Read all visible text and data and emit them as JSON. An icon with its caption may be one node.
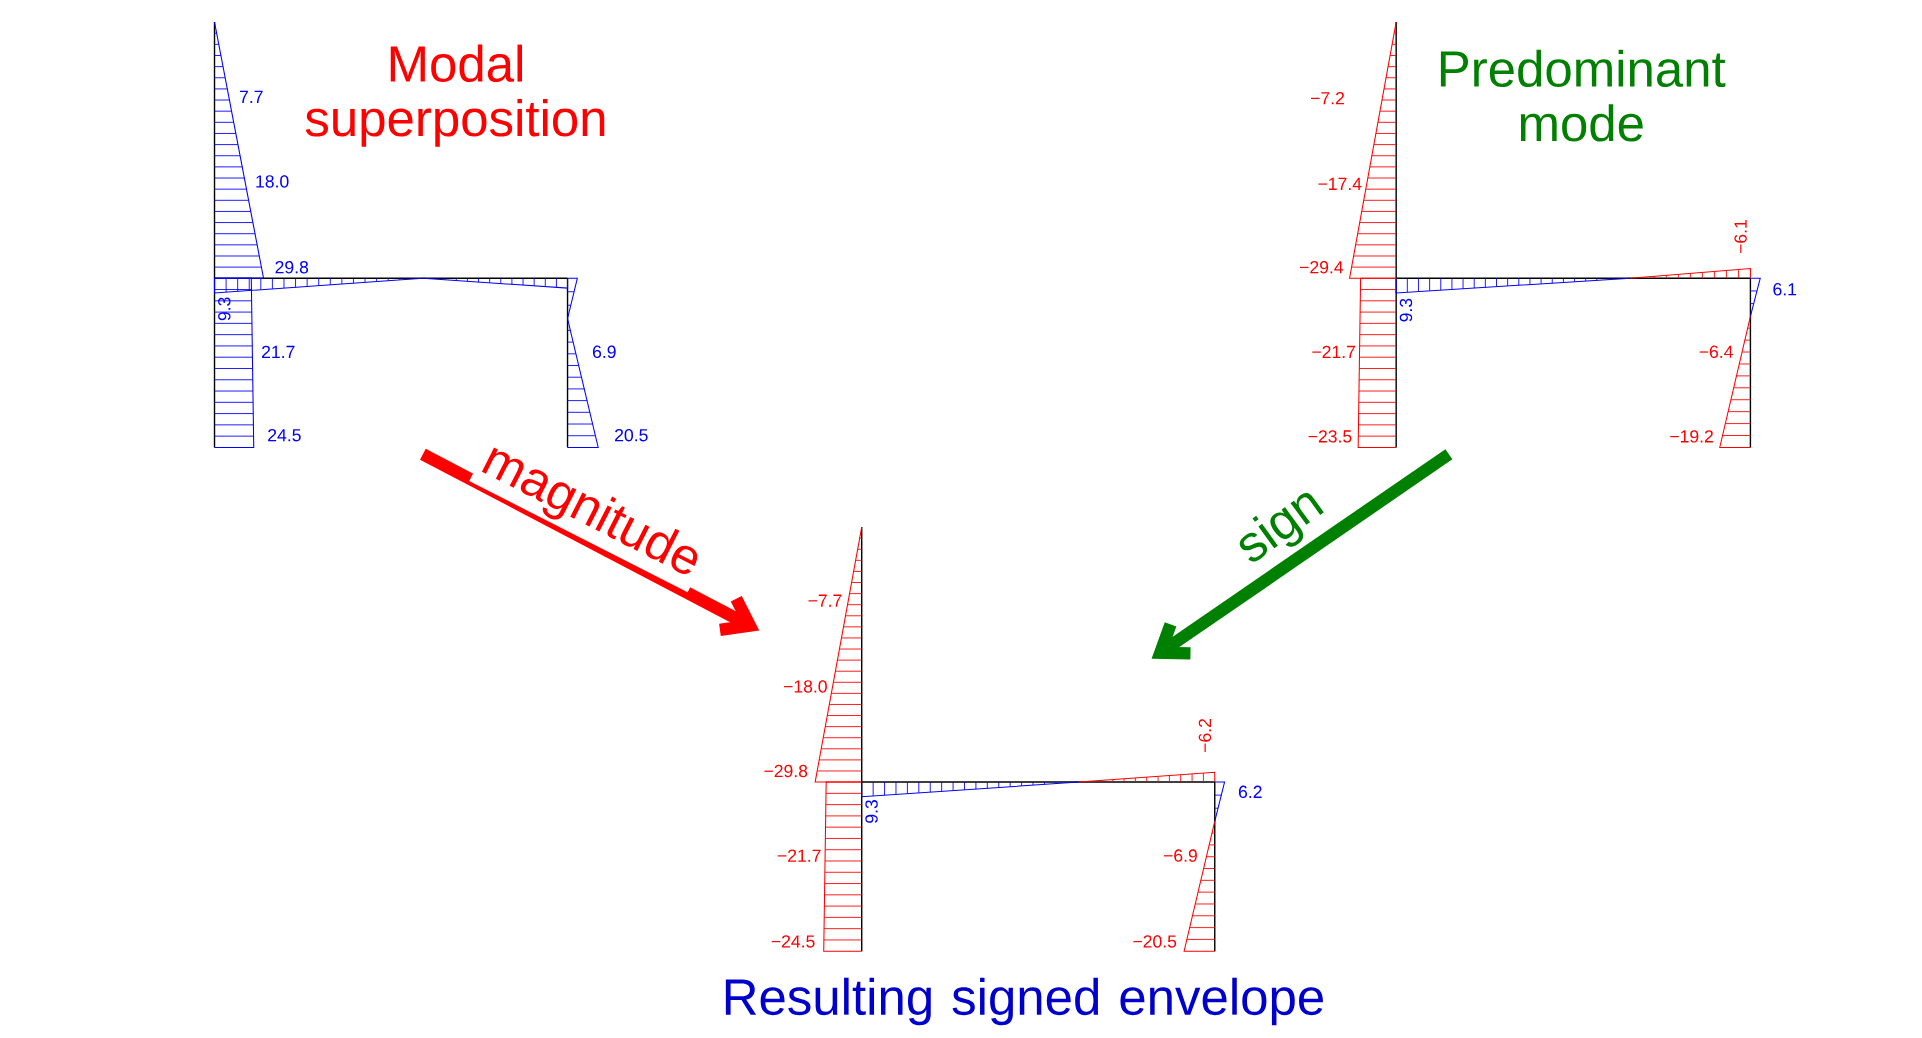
{
  "diagram": {
    "nodes": [
      {
        "text": [
          "Modal superposition"
        ]
      },
      {
        "text": [
          "Predominant mode"
        ]
      },
      {
        "text": [
          "Resulting signed envelope"
        ]
      }
    ],
    "edges": [
      {
        "from": 0,
        "to": 2,
        "arrow": "to",
        "label": "magnitude",
        "color": "#ff0000"
      },
      {
        "from": 1,
        "to": 2,
        "arrow": "to",
        "label": "sign",
        "color": "#008000"
      }
    ],
    "labels": [
      "7.7",
      "18.0",
      "29.8",
      "9.3",
      "21.7",
      "24.5",
      "6.9",
      "20.5",
      "−7.2",
      "−17.4",
      "−6.1",
      "−29.4",
      "6.1",
      "9.3",
      "−21.7",
      "−6.4",
      "−23.5",
      "−19.2",
      "−7.7",
      "−18.0",
      "−6.2",
      "−29.8",
      "6.2",
      "9.3",
      "−21.7",
      "−6.9",
      "−24.5",
      "−20.5"
    ]
  }
}
